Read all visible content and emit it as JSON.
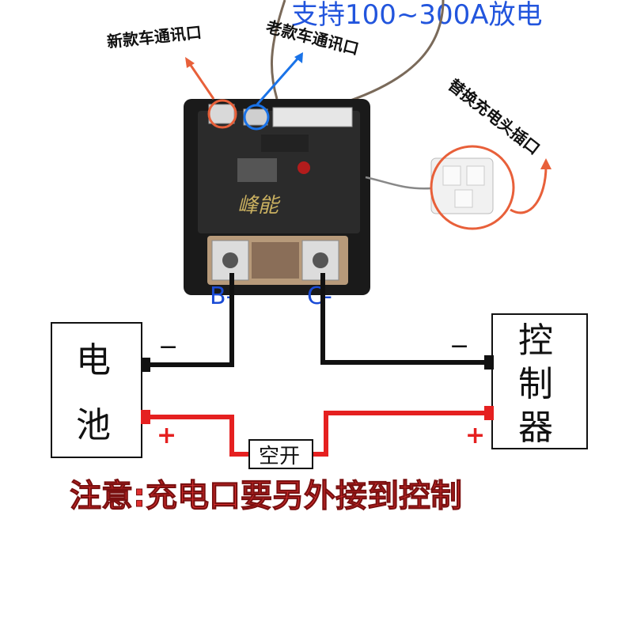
{
  "header": {
    "title": "支持100~300A放电"
  },
  "labels": {
    "new_port": "新款车通讯口",
    "old_port": "老款车通讯口",
    "charge_port": "替换充电头插口"
  },
  "terminals": {
    "b": "B-",
    "c": "C-"
  },
  "battery": {
    "line1": "电",
    "line2": "池"
  },
  "controller": {
    "line1": "控",
    "line2": "制",
    "line3": "器"
  },
  "breaker": {
    "label": "空开"
  },
  "polarity": {
    "minus": "−",
    "plus": "+"
  },
  "note": {
    "text": "注意:充电口要另外接到控制"
  },
  "colors": {
    "title_blue": "#2255dd",
    "callout_orange": "#e8603a",
    "callout_blue": "#1a73e8",
    "wire_red": "#e52020",
    "wire_black": "#111111",
    "note_red": "#e03030"
  }
}
